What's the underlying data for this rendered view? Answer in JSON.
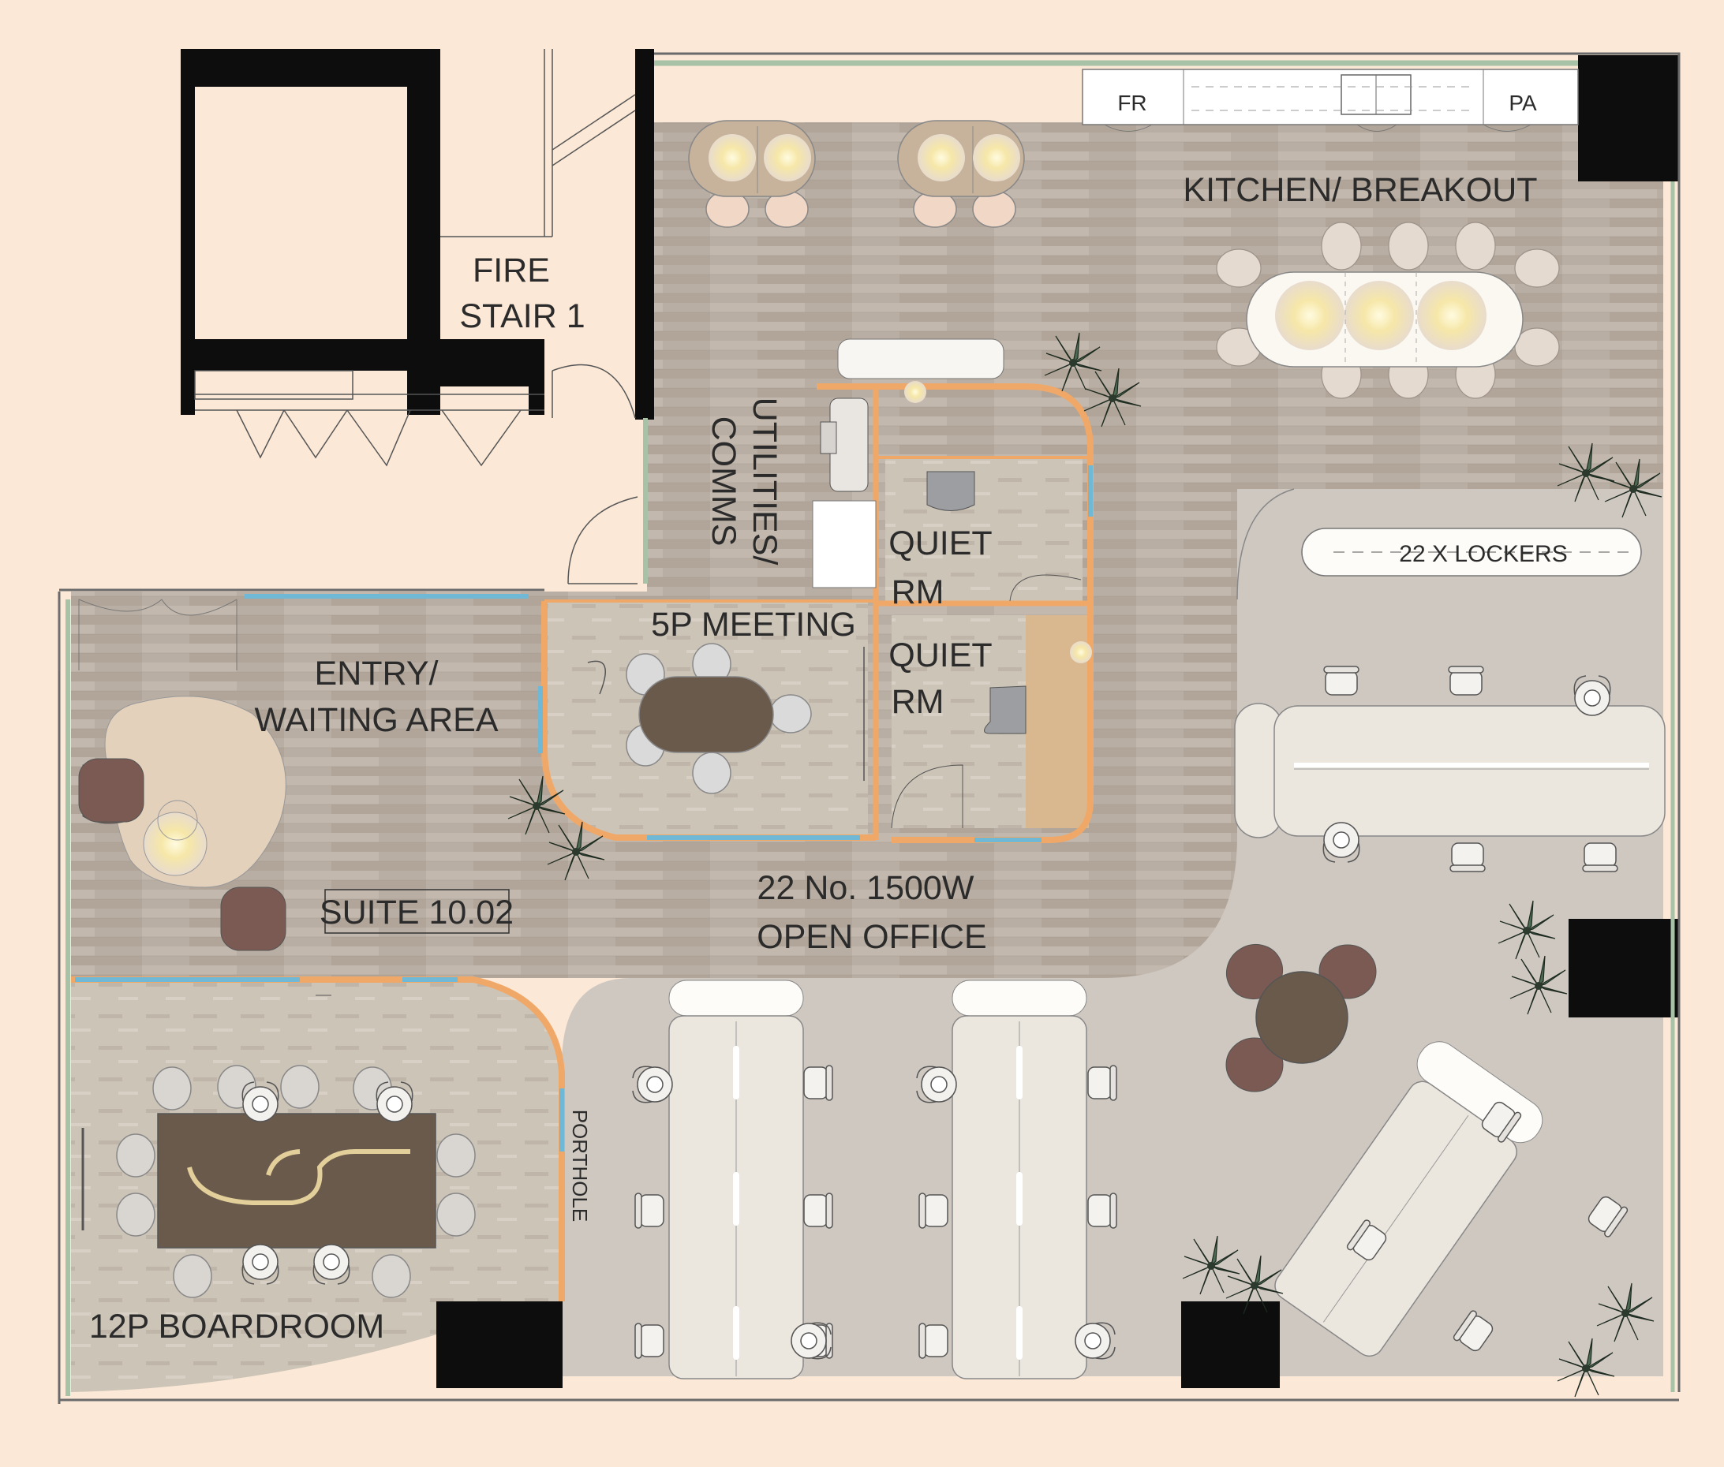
{
  "rooms": {
    "fire_stair": [
      "FIRE",
      "STAIR 1"
    ],
    "kitchen": "KITCHEN/ BREAKOUT",
    "fridge": "FR",
    "pantry": "PA",
    "utilities": [
      "UTILITIES/",
      "COMMS"
    ],
    "quiet1": [
      "QUIET",
      "RM"
    ],
    "quiet2": [
      "QUIET",
      "RM"
    ],
    "meeting": "5P MEETING",
    "entry": [
      "ENTRY/",
      "WAITING AREA"
    ],
    "suite": "SUITE 10.02",
    "office": [
      "22 No. 1500W",
      "OPEN OFFICE"
    ],
    "lockers": "22 X LOCKERS",
    "porthole": "PORTHOLE",
    "boardroom": "12P BOARDROOM"
  },
  "colors": {
    "background": "#fbe8d6",
    "timber_floor": "#b9aea3",
    "carpet": "#ccc3b6",
    "grey_floor": "#cfc8c1",
    "wall": "#0d0d0d",
    "partition_accent": "#f0a869",
    "glazing": "#6fb8d6",
    "table_dark": "#6a5a4c",
    "chair_brown": "#7a5a52",
    "desk": "#ebe6de",
    "plant": "#4d6b53"
  }
}
